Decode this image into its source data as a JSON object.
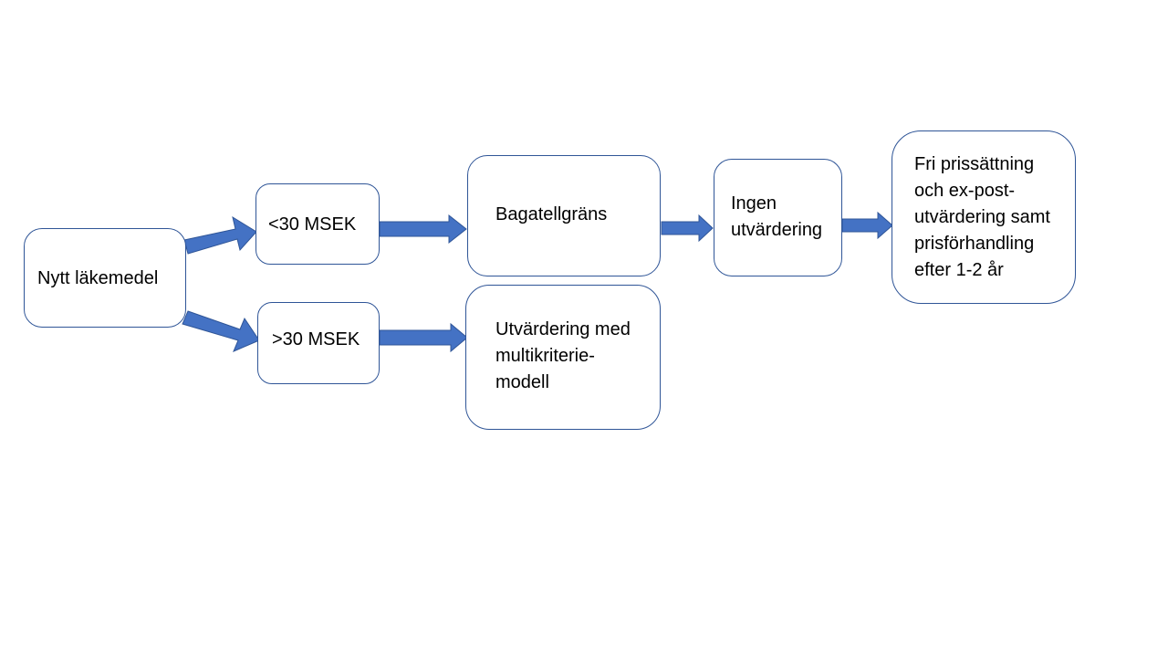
{
  "nodes": {
    "nytt": "Nytt läkemedel",
    "lt30": "<30 MSEK",
    "gt30": ">30 MSEK",
    "bagatell": "Bagatellgräns",
    "utvardering_mkm": "Utvärdering med\nmultikriterie-\nmodell",
    "ingen": "Ingen\nutvärdering",
    "fri": "Fri prissättning\noch ex-post-\nutvärdering samt\nprisförhandling\nefter 1-2 år"
  },
  "colors": {
    "arrow_fill": "#4472c4",
    "arrow_stroke": "#2f5597",
    "node_border": "#2f5597"
  }
}
